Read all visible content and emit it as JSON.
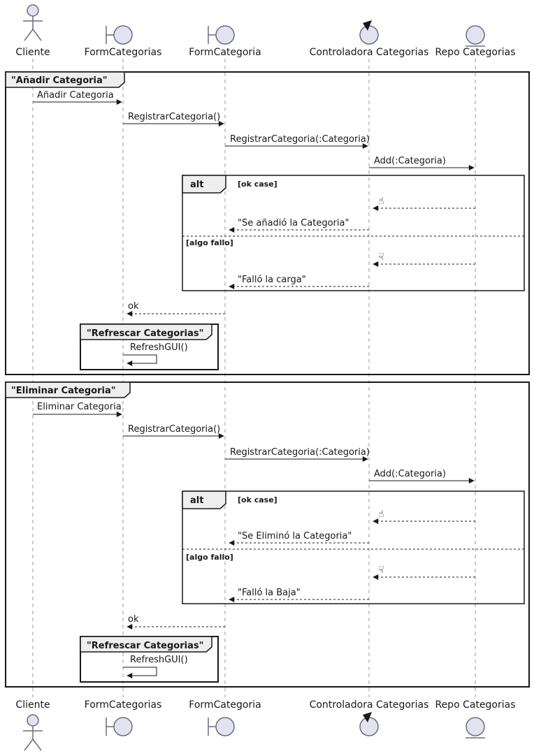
{
  "participants": {
    "cliente": "Cliente",
    "form_categorias": "FormCategorias",
    "form_categoria": "FormCategoria",
    "controladora": "Controladora Categorias",
    "repo": "Repo Categorias"
  },
  "alt": {
    "label": "alt",
    "guard_ok": "[ok case]",
    "guard_fail": "[algo fallo]",
    "thumb_up": "☝",
    "thumb_down": "☟"
  },
  "shared": {
    "ok_return": "ok",
    "refresh_title": "\"Refrescar Categorias\"",
    "refresh_msg": "RefreshGUI()"
  },
  "frame1": {
    "title": "\"Añadir Categoria\"",
    "msg1": "Añadir Categoria",
    "msg2": "RegistrarCategoria()",
    "msg3": "RegistrarCategoria(:Categoria)",
    "msg4": "Add(:Categoria)",
    "ok_result": "\"Se añadió la Categoria\"",
    "fail_result": "\"Falló la carga\""
  },
  "frame2": {
    "title": "\"Eliminar Categoria\"",
    "msg1": "Eliminar Categoria",
    "msg2": "RegistrarCategoria()",
    "msg3": "RegistrarCategoria(:Categoria)",
    "msg4": "Add(:Categoria)",
    "ok_result": "\"Se Eliminó la Categoria\"",
    "fail_result": "\"Falló la Baja\""
  },
  "colors": {
    "participant_fill": "#E2E2F0",
    "frame_tab_bg": "#EEEEEE",
    "stroke": "#181818",
    "lifeline": "#999999"
  }
}
